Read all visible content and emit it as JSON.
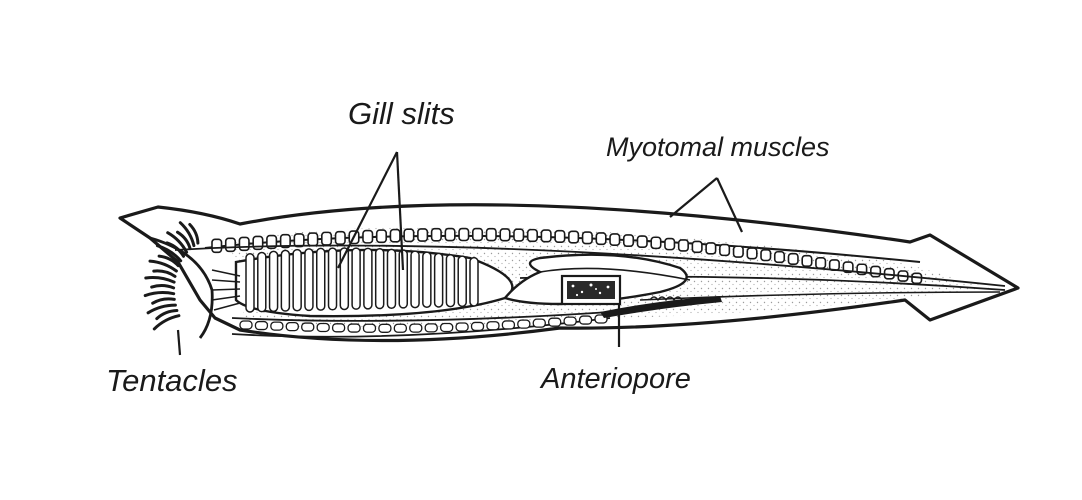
{
  "labels": {
    "gill_slits": "Gill slits",
    "myotomal_muscles": "Myotomal muscles",
    "tentacles": "Tentacles",
    "anteriopore": "Anteriopore"
  },
  "colors": {
    "ink": "#1a1a1a",
    "background": "#ffffff",
    "stipple": "#8a8a8a"
  },
  "counts": {
    "myotome_segments": 52,
    "gill_bars": 20,
    "ventral_cells": 24,
    "tentacles": 16
  }
}
